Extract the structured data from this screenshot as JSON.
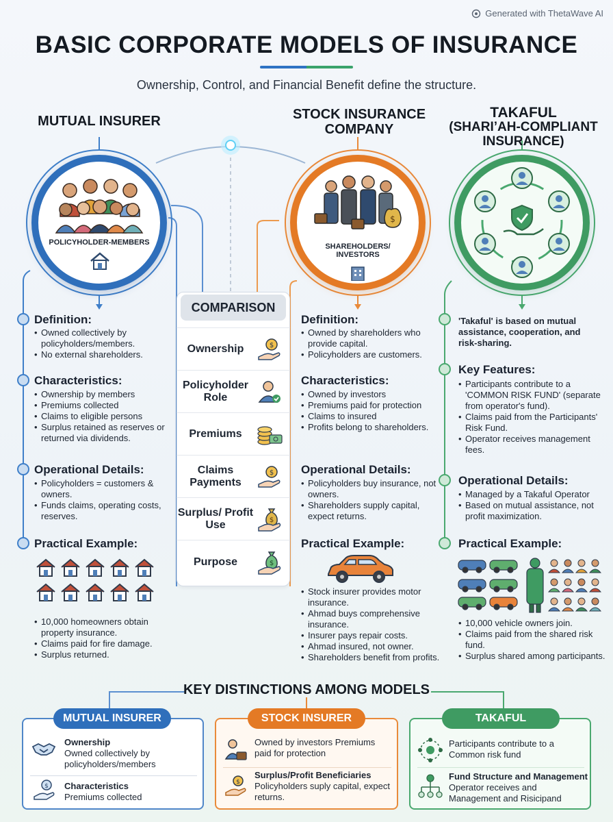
{
  "watermark": "Generated with ThetaWave AI",
  "title": "BASIC CORPORATE MODELS OF INSURANCE",
  "subtitle": "Ownership, Control, and Financial Benefit define the structure.",
  "colors": {
    "mutual": "#2f6fbb",
    "stock": "#e47a25",
    "takaful": "#3f9b62"
  },
  "mutual": {
    "title": "MUTUAL INSURER",
    "ring_label": "POLICYHOLDER-MEMBERS",
    "definition_head": "Definition:",
    "definition": [
      "Owned collectively by policyholders/members.",
      "No external shareholders."
    ],
    "characteristics_head": "Characteristics:",
    "characteristics": [
      "Ownership by members",
      "Premiums collected",
      "Claims to eligible persons",
      "Surplus retained as reserves or returned via dividends."
    ],
    "operational_head": "Operational Details:",
    "operational": [
      "Policyholders = customers & owners.",
      "Funds claims, operating costs, reserves."
    ],
    "example_head": "Practical Example:",
    "example": [
      "10,000 homeowners obtain property insurance.",
      "Claims paid for fire damage.",
      "Surplus returned."
    ]
  },
  "stock": {
    "title_line1": "STOCK INSURANCE",
    "title_line2": "COMPANY",
    "ring_label_1": "SHAREHOLDERS/",
    "ring_label_2": "INVESTORS",
    "definition_head": "Definition:",
    "definition": [
      "Owned by shareholders who provide capital.",
      "Policyholders are customers."
    ],
    "characteristics_head": "Characteristics:",
    "characteristics": [
      "Owned by investors",
      "Premiums paid for protection",
      "Claims to insured",
      "Profits belong to shareholders."
    ],
    "operational_head": "Operational Details:",
    "operational": [
      "Policyholders buy insurance, not owners.",
      "Shareholders supply capital, expect returns."
    ],
    "example_head": "Practical Example:",
    "example": [
      "Stock insurer provides motor insurance.",
      "Ahmad buys comprehensive insurance.",
      "Insurer pays repair costs.",
      "Ahmad insured, not owner.",
      "Shareholders benefit from profits."
    ]
  },
  "takaful": {
    "title_line1": "TAKAFUL",
    "title_line2": "(SHARI’AH-COMPLIANT",
    "title_line3": "INSURANCE)",
    "intro": "'Takaful' is based on mutual assistance, cooperation, and risk-sharing.",
    "features_head": "Key Features:",
    "features": [
      "Participants contribute to a 'COMMON RISK FUND' (separate from operator's fund).",
      "Claims paid from the Participants' Risk Fund.",
      "Operator receives management fees."
    ],
    "operational_head": "Operational Details:",
    "operational": [
      "Managed by a Takaful Operator",
      "Based on mutual assistance, not profit maximization."
    ],
    "example_head": "Practical Example:",
    "example": [
      "10,000 vehicle owners join.",
      "Claims paid from the shared risk fund.",
      "Surplus shared among participants."
    ]
  },
  "comparison": {
    "title": "COMPARISON",
    "rows": [
      {
        "label": "Ownership",
        "icon": "coin-hand-icon"
      },
      {
        "label": "Policyholder Role",
        "icon": "person-check-icon"
      },
      {
        "label": "Premiums",
        "icon": "coins-cash-icon"
      },
      {
        "label": "Claims Payments",
        "icon": "coin-hand-icon"
      },
      {
        "label": "Surplus/ Profit Use",
        "icon": "money-bag-hand-icon"
      },
      {
        "label": "Purpose",
        "icon": "money-bag-hand-icon"
      }
    ]
  },
  "key_distinctions": {
    "title": "KEY DISTINCTIONS AMONG MODELS",
    "mutual": {
      "tab": "MUTUAL INSURER",
      "item1_head": "Ownership",
      "item1_text": "Owned collectively by policyholders/members",
      "item2_head": "Characteristics",
      "item2_text": "Premiums collected"
    },
    "stock": {
      "tab": "STOCK INSURER",
      "item1_text": "Owned by investors Premiums paid for protection",
      "item2_head": "Surplus/Profit Beneficiaries",
      "item2_text": "Policyholders suply capital, expect returns."
    },
    "takaful": {
      "tab": "TAKAFUL",
      "item1_text": "Participants contribute to a Common risk fund",
      "item2_head": "Fund Structure and Management",
      "item2_text": "Operator receives and Management and Risicipand"
    }
  }
}
